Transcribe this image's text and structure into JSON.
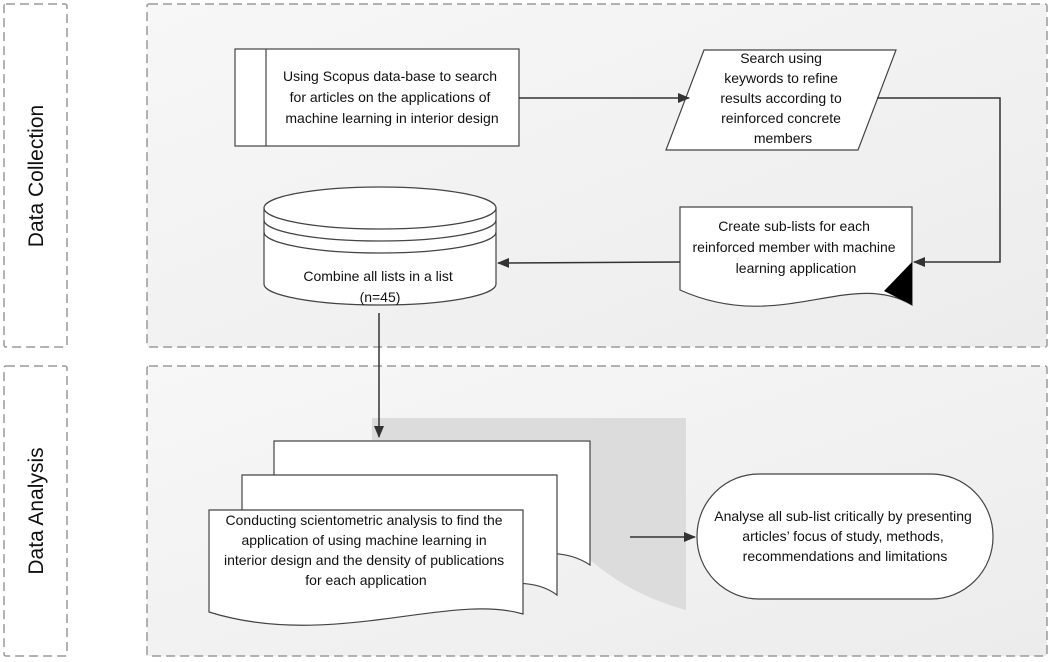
{
  "lanes": {
    "collection": {
      "label": "Data Collection"
    },
    "analysis": {
      "label": "Data Analysis"
    }
  },
  "nodes": {
    "scopus_search": {
      "lines": [
        "Using Scopus data-base to search",
        "for articles on the applications of",
        "machine learning in interior design"
      ]
    },
    "keyword_search": {
      "lines": [
        "Search using",
        "keywords to refine",
        "results according to",
        "reinforced concrete",
        "members"
      ]
    },
    "sub_lists": {
      "lines": [
        "Create sub-lists for each",
        "reinforced member with machine",
        "learning application"
      ]
    },
    "combine_lists": {
      "lines": [
        "Combine all lists in a list",
        "(n=45)"
      ]
    },
    "scientometric": {
      "lines": [
        "Conducting scientometric analysis to find the",
        "application of using machine learning in",
        "interior design and the density of publications",
        "for each application"
      ]
    },
    "analyse": {
      "lines": [
        "Analyse all sub-list critically by presenting",
        "articles’ focus of study, methods,",
        "recommendations and limitations"
      ]
    }
  },
  "colors": {
    "lane_fill": "#f4f4f4",
    "lane_border": "#9a9a9a",
    "node_stroke": "#444444",
    "arrow": "#333333",
    "shadow": "#dcdcdc"
  }
}
